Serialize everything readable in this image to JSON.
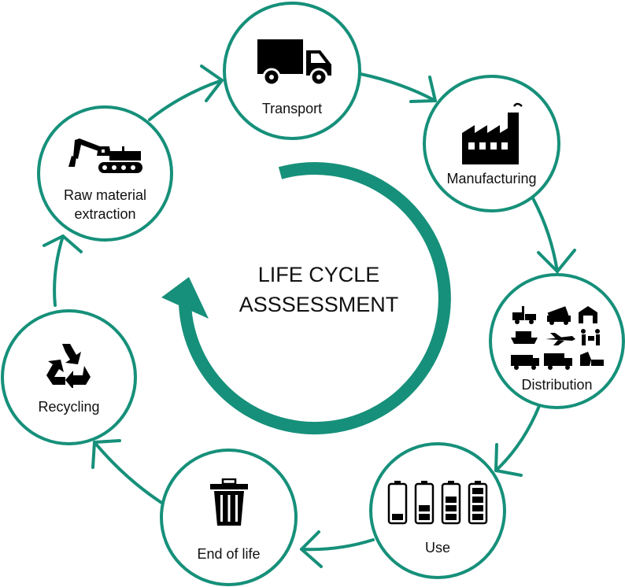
{
  "center": {
    "line1": "LIFE CYCLE",
    "line2": "ASSSESSMENT"
  },
  "stages": [
    {
      "id": "transport",
      "label": "Transport",
      "icon": "truck-icon"
    },
    {
      "id": "manufacturing",
      "label": "Manufacturing",
      "icon": "factory-icon"
    },
    {
      "id": "distribution",
      "label": "Distribution",
      "icon": "distribution-icons"
    },
    {
      "id": "use",
      "label": "Use",
      "icon": "battery-icon"
    },
    {
      "id": "end_of_life",
      "label": "End of life",
      "icon": "trash-can-icon"
    },
    {
      "id": "recycling",
      "label": "Recycling",
      "icon": "recycle-icon"
    },
    {
      "id": "raw_material",
      "label_line1": "Raw material",
      "label_line2": "extraction",
      "icon": "excavator-icon"
    }
  ],
  "colors": {
    "accent": "#16907a",
    "icon": "#000000",
    "text": "#111111"
  }
}
